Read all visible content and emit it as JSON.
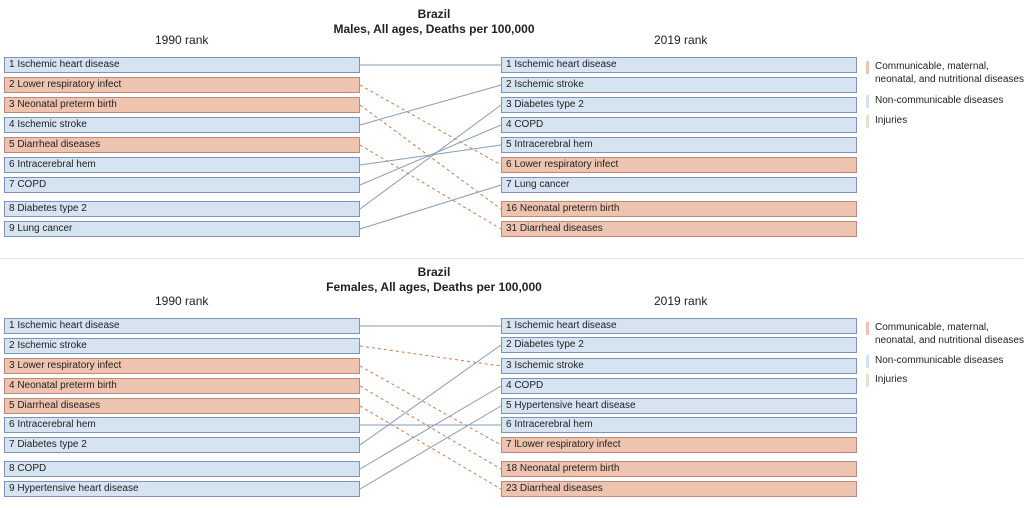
{
  "colors": {
    "cmnn": "#eec4b0",
    "ncd": "#d6e3f1",
    "inj": "#d9e9cc",
    "solid_line": "#8a9bb8",
    "dashed_line": "#d07a4e"
  },
  "legend": {
    "cmnn": "Communicable, maternal, neonatal, and nutritional diseases",
    "ncd": "Non-communicable diseases",
    "inj": "Injuries"
  },
  "chart_data": [
    {
      "type": "table",
      "title": "Brazil",
      "subtitle": "Males, All ages, Deaths per 100,000",
      "left_header": "1990 rank",
      "right_header": "2019 rank",
      "left": [
        {
          "label": "1 Ischemic heart disease",
          "group": "ncd"
        },
        {
          "label": "2 Lower respiratory infect",
          "group": "cmnn"
        },
        {
          "label": "3 Neonatal preterm birth",
          "group": "cmnn"
        },
        {
          "label": "4 Ischemic stroke",
          "group": "ncd"
        },
        {
          "label": "5 Diarrheal diseases",
          "group": "cmnn"
        },
        {
          "label": "6 Intracerebral hem",
          "group": "ncd"
        },
        {
          "label": "7 COPD",
          "group": "ncd"
        },
        {
          "label": "8 Diabetes type 2",
          "group": "ncd"
        },
        {
          "label": "9 Lung cancer",
          "group": "ncd"
        }
      ],
      "right": [
        {
          "label": "1 Ischemic heart disease",
          "group": "ncd"
        },
        {
          "label": "2 Ischemic stroke",
          "group": "ncd"
        },
        {
          "label": "3 Diabetes type 2",
          "group": "ncd"
        },
        {
          "label": "4 COPD",
          "group": "ncd"
        },
        {
          "label": "5 Intracerebral hem",
          "group": "ncd"
        },
        {
          "label": "6 Lower respiratory infect",
          "group": "cmnn"
        },
        {
          "label": "7 Lung cancer",
          "group": "ncd"
        },
        {
          "label": "16 Neonatal preterm birth",
          "group": "cmnn"
        },
        {
          "label": "31 Diarrheal diseases",
          "group": "cmnn"
        }
      ],
      "links": [
        {
          "from": 1,
          "to": 1,
          "style": "solid"
        },
        {
          "from": 2,
          "to": 6,
          "style": "dashed"
        },
        {
          "from": 3,
          "to": 16,
          "style": "dashed"
        },
        {
          "from": 4,
          "to": 2,
          "style": "solid"
        },
        {
          "from": 5,
          "to": 31,
          "style": "dashed"
        },
        {
          "from": 6,
          "to": 5,
          "style": "solid"
        },
        {
          "from": 7,
          "to": 4,
          "style": "solid"
        },
        {
          "from": 8,
          "to": 3,
          "style": "solid"
        },
        {
          "from": 9,
          "to": 7,
          "style": "solid"
        }
      ]
    },
    {
      "type": "table",
      "title": "Brazil",
      "subtitle": "Females, All ages, Deaths per 100,000",
      "left_header": "1990 rank",
      "right_header": "2019 rank",
      "left": [
        {
          "label": "1 Ischemic heart disease",
          "group": "ncd"
        },
        {
          "label": "2 Ischemic stroke",
          "group": "ncd"
        },
        {
          "label": "3 Lower respiratory infect",
          "group": "cmnn"
        },
        {
          "label": "4 Neonatal preterm birth",
          "group": "cmnn"
        },
        {
          "label": "5 Diarrheal diseases",
          "group": "cmnn"
        },
        {
          "label": "6 Intracerebral hem",
          "group": "ncd"
        },
        {
          "label": "7 Diabetes type 2",
          "group": "ncd"
        },
        {
          "label": "8 COPD",
          "group": "ncd"
        },
        {
          "label": "9 Hypertensive heart disease",
          "group": "ncd"
        }
      ],
      "right": [
        {
          "label": "1 Ischemic heart disease",
          "group": "ncd"
        },
        {
          "label": "2 Diabetes type 2",
          "group": "ncd"
        },
        {
          "label": "3 Ischemic stroke",
          "group": "ncd"
        },
        {
          "label": "4 COPD",
          "group": "ncd"
        },
        {
          "label": "5 Hypertensive heart disease",
          "group": "ncd"
        },
        {
          "label": "6 Intracerebral hem",
          "group": "ncd"
        },
        {
          "label": "7 lLower respiratory infect",
          "group": "cmnn"
        },
        {
          "label": "18 Neonatal preterm birth",
          "group": "cmnn"
        },
        {
          "label": "23 Diarrheal diseases",
          "group": "cmnn"
        }
      ],
      "links": [
        {
          "from": 1,
          "to": 1,
          "style": "solid"
        },
        {
          "from": 2,
          "to": 3,
          "style": "dashed"
        },
        {
          "from": 3,
          "to": 7,
          "style": "dashed"
        },
        {
          "from": 4,
          "to": 18,
          "style": "dashed"
        },
        {
          "from": 5,
          "to": 23,
          "style": "dashed"
        },
        {
          "from": 6,
          "to": 6,
          "style": "solid"
        },
        {
          "from": 7,
          "to": 2,
          "style": "solid"
        },
        {
          "from": 8,
          "to": 4,
          "style": "solid"
        },
        {
          "from": 9,
          "to": 5,
          "style": "solid"
        }
      ]
    }
  ]
}
